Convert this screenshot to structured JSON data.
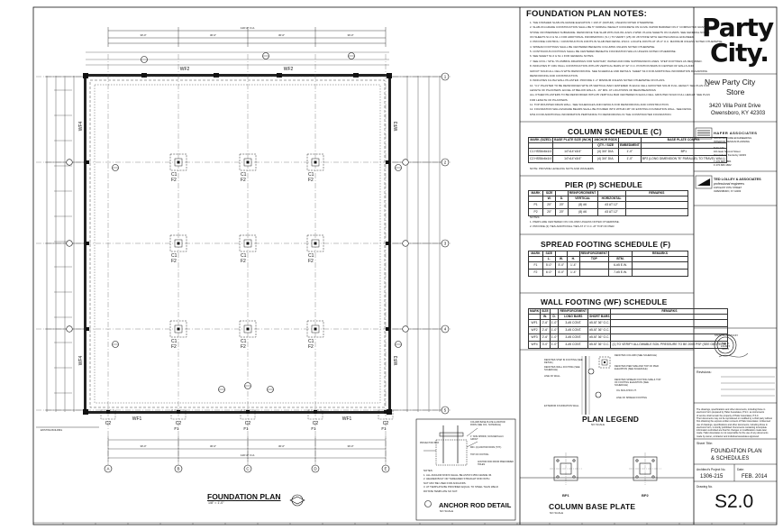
{
  "sheet": {
    "drawing_title": "FOUNDATION PLAN",
    "drawing_scale": "1/8\" = 1'-0\"",
    "anchor_detail_title": "ANCHOR ROD DETAIL",
    "anchor_detail_scale": "NO SCALE",
    "anchor_detail_notes": [
      "NOTES:",
      "1. ALL ANCHOR RODS SHALL BE ASTM F1554 GRADE 36.",
      "2. HEADED BOLT OR THREADED STRAIGHT ROD WITH",
      "   NUT MAY BE USED FOR ANCHORS.",
      "3. AT TEMPLATE BE PROVIDED EQUAL TO STEEL THAN WELD",
      "   ROTATE TEMPLATE SO NUT."
    ],
    "anchor_detail_labels": [
      "COLUMN BASE PLATE & ANCHOR RODS (SEE COL. SCHEDULE)",
      "1\" NON-SHRINK, NON-METALLIC GROUT",
      "MIN. (4) ANCHOR RODS (TYP.)",
      "TOP OF FOOTING",
      "ANCHOR ROD FROM PREFORMED HOLES",
      "PROJECTION BOX"
    ],
    "plan_legend_title": "PLAN LEGEND",
    "plan_legend_scale": "NO SCALE",
    "plan_legend_labels": [
      "DENOTES COLUMN (SEE SCHEDULE)",
      "DENOTES PIER SIZE AND TOP OF PIER ELEVATION (SEE SCHEDULE)",
      "DENOTES SPREAD FOOTING SIZE & TOP OF FOOTING ELEVATION (SEE SCHEDULE)",
      "LINE OF WALL",
      "OIL ISOLATION JT.",
      "LINE OF SPREAD FOOTING",
      "EXTERIOR FOUNDATION WALL",
      "DENOTES STEP IN FOOTING (SEE DETAIL)",
      "DENOTES WALL FOOTING (SEE SCHEDULE)"
    ],
    "column_base_plate_title": "COLUMN BASE PLATE",
    "column_base_plate_scale": "NO SCALE",
    "bp_labels": [
      "BP1",
      "BP2"
    ]
  },
  "notes": {
    "title": "FOUNDATION PLAN NOTES:",
    "items": [
      "1.  THE FINISHED SLAB-ON-GRADE ELEVATION = 100'-0\" (DATUM), UNLESS NOTED OTHERWISE.",
      "2.  SLAB-ON-GRADE CONSTRUCTION SHALL BE 5\" NORMAL WEIGHT CONCRETE ON 10-MIL VAPOR BARRIER ON 4\" COMPACTED GRANULAR",
      "    STONE OR PREPARED SUBGRADE. REINFORCE THE SLAB WITH 6x6-W1.4xW1.4 WWF. PLACE SHEETS ON CHAIRS. SEE GENERAL NOTES",
      "    ON SHEETS S1.0 & S1.1 FOR ADDITIONAL INFORMATION.  (S.I.) TO VERIFY (25) OF 28 STONE WITH GEOTECHNICAL ENGINEER.",
      "3.  PROVIDE CONTROL / CONSTRUCTION JOINTS IN SLAB PER DETAIL 2/S3.0. LOCATE JOINTS AT 15'-0\" O.C. MAXIMUM UNLESS NOTED OTHERWISE.",
      "4.  SPREAD FOOTINGS SHALL BE CENTERED BENEATH COLUMNS UNLESS NOTED OTHERWISE.",
      "5.  CONTINUOUS FOOTINGS SHALL BE CENTERED BENEATH FOUNDATION WALLS UNLESS NOTED OTHERWISE.",
      "6.  SEE SHEET S1.0 & S1.1 FOR GENERAL NOTES.",
      "7.  SEE CIVIL / SITE / PLUMBING DRAWINGS FOR SANITARY, WATER AND FIRE SUPPRESSION LINES. STEP FOOTINGS AS REQUIRED.",
      "8.  INDICATES 8\" CMU WALL CONSTRUCTION WITH #5 VERTICAL BARS AT 32\" O.C. POSITION BARS IN CENTER OF WALLS AND",
      "    GROUT SOLID ALL CELLS WITH REINFORCING. SEE SCHEDULE AND DETAILS. SHEET S3.0 FOR ADDITIONAL INFORMATION REGARDING",
      "    REINFORCING AND CONSTRUCTION.",
      "9.  INDICATES FLUSH WALL PILASTER.  PROVIDE 1'-4\" MINIMUM UNLESS NOTED OTHERWISE ON PLANS.",
      "10. \"C1\" PILASTER TO BE REINFORCED WITH #5 VERTICAL BAR CENTERED IN EACH CELL GROUTED SOLID FULL HEIGHT.  SEE PLAN FOR",
      "    LENGTH OF PILASTERS.  ECCEL AT BELOW WALLS - 16\" MIN.  AT LOCATIONS OF BEAM BEARINGS",
      "    ALL OTHER PILASTERS TO BE REINFORCED WITH #5 VERTICAL BAR CENTERED IN EACH CELL GROUTED SOLID FULL HEIGHT.  SEE PLAN",
      "    FOR LENGTH OF PILASTERS.",
      "11. TOP MOUNTED DRAIN WALL.  SEE SCHEDULES AND DETAILS FOR REINFORCING AND CONSTRUCTION.",
      "12. FOUNDATION WALLS/GRADE BEAMS SHALL BE POURED INTO WITHIN 48\" OF EXISTING FOUNDATION WALL.  SEE DETAIL",
      "    6/S3.0 FOR ADDITIONAL INFORMATION PERTAINING TO REINFORCING IN THE CONSTRUCTED FOUNDATION."
    ]
  },
  "column_schedule": {
    "title": "COLUMN SCHEDULE (C)",
    "headers": [
      "MARK (SIZED)",
      "BASE PLATE SIZE (INCH)",
      "ANCHOR RODS",
      "",
      "BASE PLATE CONFIG."
    ],
    "subheaders": [
      "",
      "",
      "QTY. / SIZE",
      "EMBEDMENT",
      ""
    ],
    "rows": [
      [
        "C1 HSS6x6x1/4",
        "14\"x14\"x3/4\"",
        "(4) 3/4\" DIA.",
        "1'-0\"",
        "BP1"
      ],
      [
        "C2 HSS6x6x1/4",
        "14\"x14\"x3/4\"",
        "(4) 3/4\" DIA.",
        "1'-0\"",
        "BP2 (LONG DIMENSION \"B\" PARALLEL TO TRAVEL WALL)"
      ]
    ],
    "note": "NOTE:  PROVIDE LEVELING NUTS AND WASHERS."
  },
  "pier_schedule": {
    "title": "PIER (P) SCHEDULE",
    "headers": [
      "MARK",
      "SIZE",
      "",
      "REINFORCEMENT",
      "",
      "REMARKS"
    ],
    "subheaders": [
      "",
      "W.",
      "D.",
      "VERTICAL",
      "HORIZONTAL",
      ""
    ],
    "rows": [
      [
        "P1",
        "20\"",
        "20\"",
        "(8) #6",
        "#3 AT 12\"",
        ""
      ],
      [
        "P2",
        "20\"",
        "20\"",
        "(8) #6",
        "#3 AT 12\"",
        ""
      ]
    ],
    "notes": [
      "NOTES:",
      "1. PIERS ARE CENTERED ON COLUMN UNLESS NOTED OTHERWISE.",
      "2. PROVIDE (3) TIES ADDITIONAL TIES AT 4\" O.C. AT TOP OF PIER."
    ]
  },
  "spread_footing_schedule": {
    "title": "SPREAD FOOTING SCHEDULE (F)",
    "headers": [
      "MARK",
      "SIZE",
      "",
      "",
      "REINFORCEMENT",
      "",
      "REMARKS"
    ],
    "subheaders": [
      "",
      "L.",
      "W.",
      "H.",
      "TOP",
      "BTM.",
      ""
    ],
    "rows": [
      [
        "F1",
        "5'-0\"",
        "5'-0\"",
        "1'-4\"",
        "",
        "6-#5 E.W.",
        ""
      ],
      [
        "F2",
        "6'-0\"",
        "6'-0\"",
        "1'-4\"",
        "",
        "7-#5 E.W.",
        ""
      ]
    ]
  },
  "wall_footing_schedule": {
    "title": "WALL FOOTING (WF) SCHEDULE",
    "headers": [
      "MARK",
      "SIZE",
      "",
      "REINFORCEMENT",
      "",
      "REMARKS"
    ],
    "subheaders": [
      "",
      "W.",
      "D.",
      "LONG BARS",
      "SHORT BARS",
      ""
    ],
    "rows": [
      [
        "WF1",
        "2'-6\"",
        "1'-0\"",
        "3-#5 CONT.",
        "#5 AT 36\" O.C.",
        ""
      ],
      [
        "WF2",
        "2'-6\"",
        "1'-0\"",
        "3-#5 CONT.",
        "#5 AT 36\" O.C.",
        ""
      ],
      [
        "WF3",
        "2'-6\"",
        "1'-0\"",
        "3-#5 CONT.",
        "#5 AT 36\" O.C.",
        ""
      ],
      [
        "WF4",
        "3'-0\"",
        "1'-0\"",
        "4-#5 CONT.",
        "#5 AT 36\" O.C.",
        "(1) TO VERIFY ALLOWABLE SOIL PRESSURE TO BE 2000 PSF (SEE GEOTECH)"
      ]
    ]
  },
  "title_block": {
    "logo_line1": "Party",
    "logo_line2": "City.",
    "project_name_1": "New Party City",
    "project_name_2": "Store",
    "address_1": "3420 Villa Point Drive",
    "address_2": "Owensboro, KY 42303",
    "architect_name": "HAFER ASSOCIATES",
    "architect_lines": [
      "ARCHITECTURE   ENGINEERING",
      "INTERIOR DESIGN   PLANNING",
      "",
      "Suite 101",
      "101 East Second Street",
      "Owensboro, Kentucky 42303",
      "",
      "T  270.683.1861",
      "F  270.683.1862"
    ],
    "engineer_name": "TED LOLLEY & ASSOCIATES",
    "engineer_sub": "professional engineers",
    "engineer_lines": [
      "1025 EAST 15TH STREET",
      "OWENSBORO, KY 42303"
    ],
    "revisions_label": "Revisions:",
    "disclaimer_lines": [
      "The drawings, specifications and other documents, including those in",
      "electronic form prepared by Hafer Associates, P.S.C. as instruments",
      "of service shall remain the property of Hafer Associates, P.S.C.",
      "Their documents may not be reproduced or modified by a third party without",
      "first obtaining the express written consent of Hafer Associates. Unlicensed",
      "use of drawings, specifications and other documents, including those in",
      "electronic form, is strictly prohibited. Documents containing incomplete",
      "information submitted are final for changes or modifications made later",
      "made. Hafer Associates is not responsible for the use of any documents",
      "made by owner, contractor and individual associates approved."
    ],
    "sheet_title_label": "Sheet Title:",
    "sheet_title_1": "FOUNDATION PLAN",
    "sheet_title_2": "& SCHEDULES",
    "project_no_label": "Architect's Project No.",
    "project_no": "1306-215",
    "date_label": "Date:",
    "date": "FEB. 2014",
    "drawing_no_label": "Drawing No.",
    "drawing_no": "S2.0",
    "seal_text": "TED D. LOLLEY 14370",
    "seal_outer": "STATE OF KENTUCKY"
  },
  "plan": {
    "col_labels": [
      "A",
      "B",
      "C",
      "D",
      "E"
    ],
    "row_labels": [
      "1",
      "2",
      "3",
      "4",
      "5"
    ],
    "column_tag": "C1",
    "pier_tag": "F2",
    "perimeter_tag_top": [
      "WF2",
      "WF2"
    ],
    "perimeter_tag_bottom": [
      "WF1",
      "WF1"
    ],
    "perimeter_tag_side": [
      "WF4",
      "WF4",
      "WF3",
      "WF3"
    ],
    "edge_col_tags": [
      "C2",
      "C2",
      "C2",
      "C2",
      "C2"
    ],
    "edge_pier_tags": [
      "F1",
      "F1",
      "F1",
      "F1"
    ],
    "overall_dim": "120'-0\" O.A.",
    "bay_dims": [
      "30'-0\"",
      "30'-0\"",
      "30'-0\"",
      "30'-0\""
    ],
    "existing_building": "EXISTING BUILDING",
    "colors": {
      "line": "#111111",
      "grid": "#555555"
    }
  }
}
